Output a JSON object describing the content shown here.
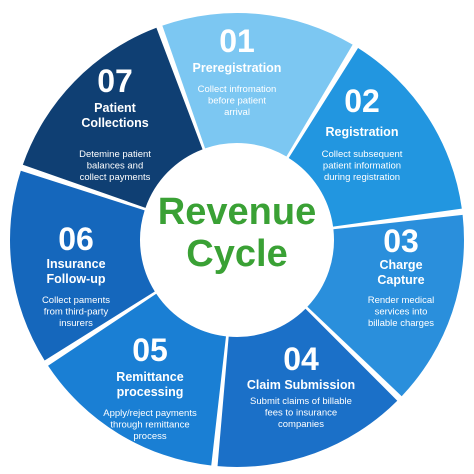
{
  "center": {
    "line1": "Revenue",
    "line2": "Cycle",
    "color": "#3aa135"
  },
  "colors": {
    "background": "#ffffff",
    "text": "#ffffff"
  },
  "steps": [
    {
      "number": "01",
      "title": [
        "Preregistration"
      ],
      "description": [
        "Collect infromation",
        "before patient",
        "arrival"
      ],
      "color": "#7cc7f2"
    },
    {
      "number": "02",
      "title": [
        "Registration"
      ],
      "description": [
        "Collect subsequent",
        "patient information",
        "during registration"
      ],
      "color": "#2296e0"
    },
    {
      "number": "03",
      "title": [
        "Charge",
        "Capture"
      ],
      "description": [
        "Render medical",
        "services into",
        "billable charges"
      ],
      "color": "#2a8fdc"
    },
    {
      "number": "04",
      "title": [
        "Claim Submission"
      ],
      "description": [
        "Submit claims of billable",
        "fees to insurance",
        "companies"
      ],
      "color": "#1b70c8"
    },
    {
      "number": "05",
      "title": [
        "Remittance",
        "processing"
      ],
      "description": [
        "Apply/reject payments",
        "through remittance",
        "process"
      ],
      "color": "#1a7fd4"
    },
    {
      "number": "06",
      "title": [
        "Insurance",
        "Follow-up"
      ],
      "description": [
        "Collect paments",
        "from third-party",
        "insurers"
      ],
      "color": "#1567bc"
    },
    {
      "number": "07",
      "title": [
        "Patient",
        "Collections"
      ],
      "description": [
        "Detemine patient",
        "balances and",
        "collect payments"
      ],
      "color": "#0f3f73"
    }
  ]
}
